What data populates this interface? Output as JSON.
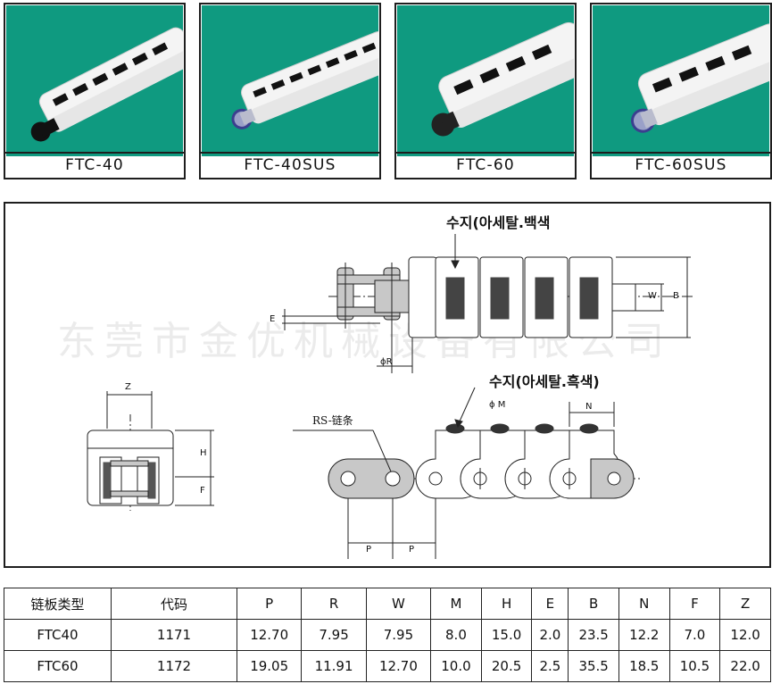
{
  "products": [
    {
      "caption": "FTC-40"
    },
    {
      "caption": "FTC-40SUS"
    },
    {
      "caption": "FTC-60"
    },
    {
      "caption": "FTC-60SUS"
    }
  ],
  "drawing": {
    "resin_white_label": "수지(아세탈.백색",
    "resin_black_label": "수지(아세탈.흑색)",
    "chain_label": "RS-链条",
    "watermark": "东莞市金优机械设备有限公司",
    "dims": {
      "z": "Z",
      "h": "H",
      "f": "F",
      "w": "W",
      "b": "B",
      "e": "E",
      "r": "ϕR",
      "m": "ϕ M",
      "n": "N",
      "p1": "P",
      "p2": "P"
    }
  },
  "table": {
    "headers": [
      "链板类型",
      "代码",
      "P",
      "R",
      "W",
      "M",
      "H",
      "E",
      "B",
      "N",
      "F",
      "Z"
    ],
    "rows": [
      [
        "FTC40",
        "1171",
        "12.70",
        "7.95",
        "7.95",
        "8.0",
        "15.0",
        "2.0",
        "23.5",
        "12.2",
        "7.0",
        "12.0"
      ],
      [
        "FTC60",
        "1172",
        "19.05",
        "11.91",
        "12.70",
        "10.0",
        "20.5",
        "2.5",
        "35.5",
        "18.5",
        "10.5",
        "22.0"
      ]
    ]
  },
  "colors": {
    "photo_bg": "#0f9a80",
    "chain_gray": "#c8c8c8",
    "border": "#1e1e1e"
  }
}
